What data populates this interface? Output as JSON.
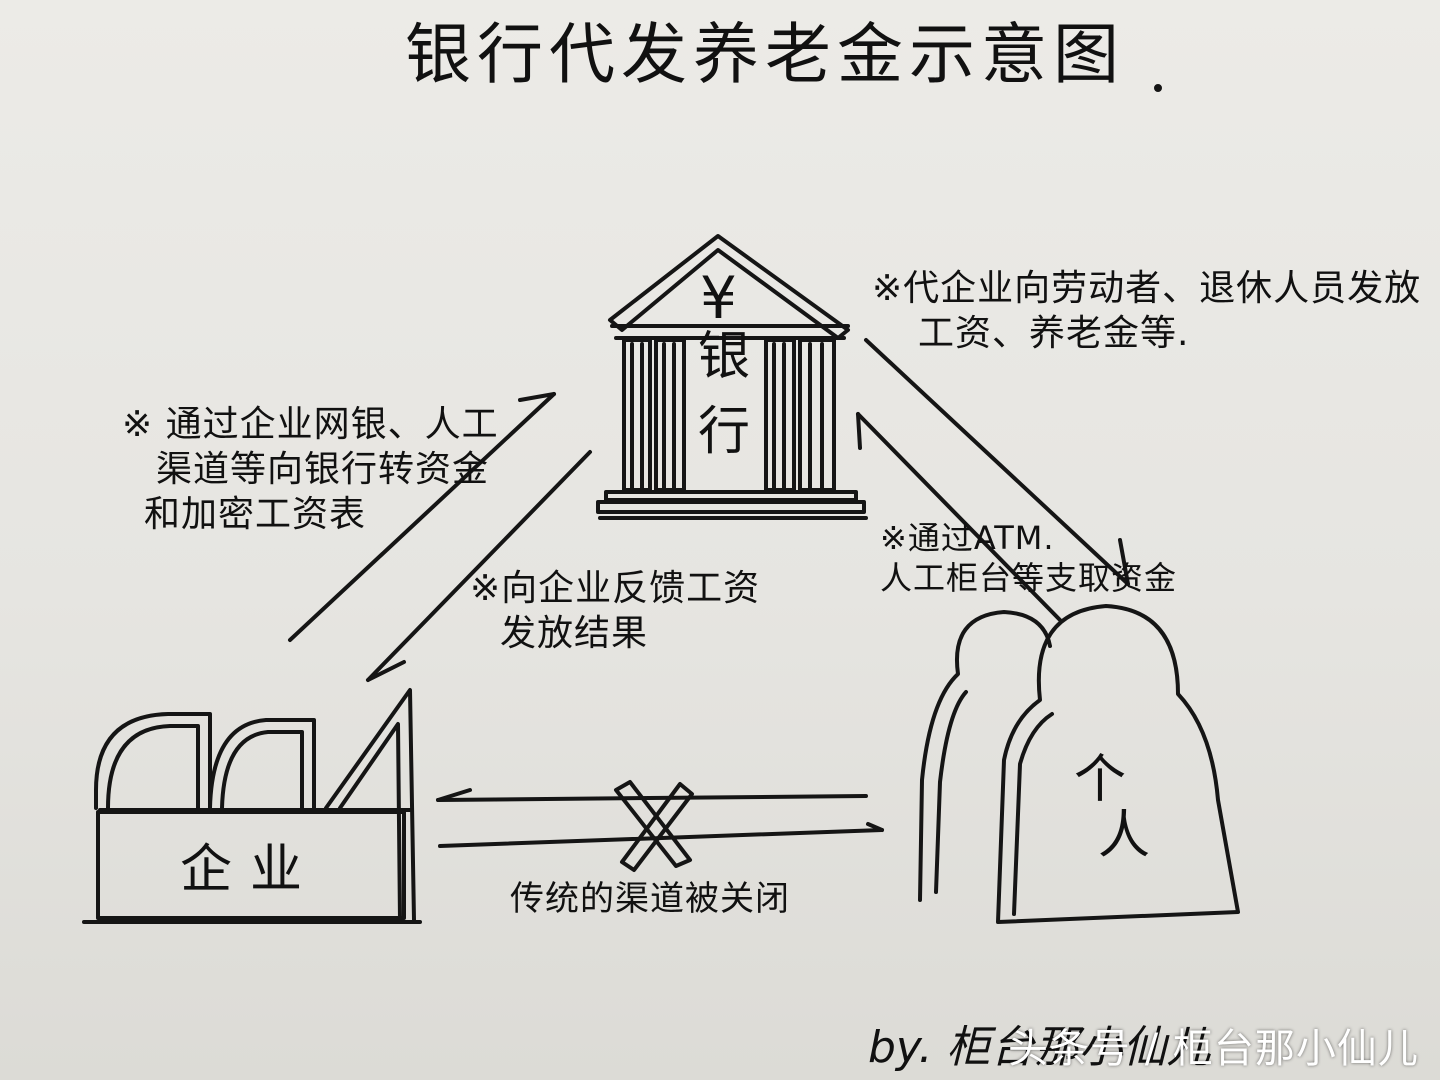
{
  "title": "银行代发养老金示意图",
  "bank": {
    "sign": "¥",
    "label_chars": [
      "银",
      "行"
    ]
  },
  "company": {
    "label": "企业"
  },
  "person": {
    "label_chars": [
      "个",
      "人"
    ]
  },
  "notes": {
    "company_to_bank": [
      "※ 通过企业网银、人工",
      "渠道等向银行转资金",
      "和加密工资表"
    ],
    "bank_to_person": [
      "※代企业向劳动者、退休人员发放",
      "工资、养老金等."
    ],
    "atm": [
      "※通过ATM.",
      "人工柜台等支取资金"
    ],
    "feedback": [
      "※向企业反馈工资",
      "发放结果"
    ],
    "closed_channel": "传统的渠道被关闭"
  },
  "signature": "by. 柜台那小仙儿",
  "watermark": "头条号 / 柜台那小仙儿",
  "colors": {
    "ink": "#151515",
    "paper": "#e9e8e4",
    "watermark": "#ffffff"
  }
}
